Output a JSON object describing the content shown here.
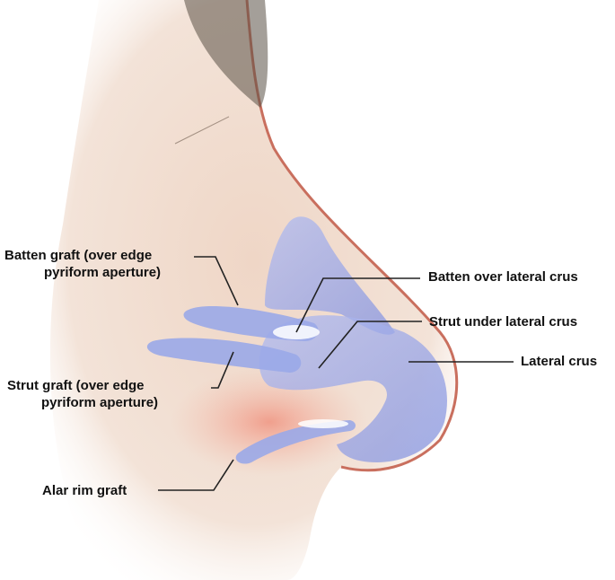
{
  "labels": {
    "batten_graft": {
      "line1": "Batten graft (over edge",
      "line2": "pyriform aperture)"
    },
    "strut_graft": {
      "line1": "Strut graft (over edge",
      "line2": "pyriform aperture)"
    },
    "alar_rim_graft": "Alar rim graft",
    "batten_over_lateral_crus": "Batten over lateral crus",
    "strut_under_lateral_crus": "Strut under lateral crus",
    "lateral_crus": "Lateral crus"
  },
  "colors": {
    "skin": "#e8cbb7",
    "skin_edge": "#c96f5e",
    "cartilage": "#9aa8e8",
    "graft_highlight": "#ffffff",
    "leader_line": "#222222",
    "text": "#111111"
  }
}
